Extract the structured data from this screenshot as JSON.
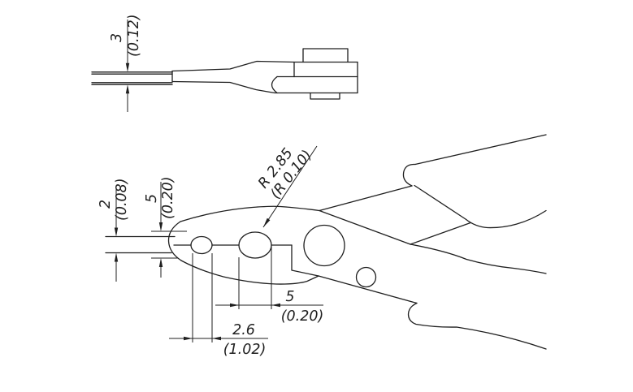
{
  "drawing_type": "technical-dimension-drawing",
  "colors": {
    "line": "#1f1f1f",
    "background": "#ffffff"
  },
  "views": {
    "top_view": {
      "dim_thickness": {
        "value_mm": "3",
        "value_in": "(0.12)"
      }
    },
    "side_view": {
      "dim_tip_gap": {
        "value_mm": "2",
        "value_in": "(0.08)"
      },
      "dim_jaw_height": {
        "value_mm": "5",
        "value_in": "(0.20)"
      },
      "dim_edge_radius": {
        "value_mm": "R 2.85",
        "value_in": "(R 0.10)"
      },
      "dim_hole_width": {
        "value_mm": "5",
        "value_in": "(0.20)"
      },
      "dim_hole_offset": {
        "value_mm": "2.6",
        "value_in": "(1.02)"
      }
    }
  }
}
